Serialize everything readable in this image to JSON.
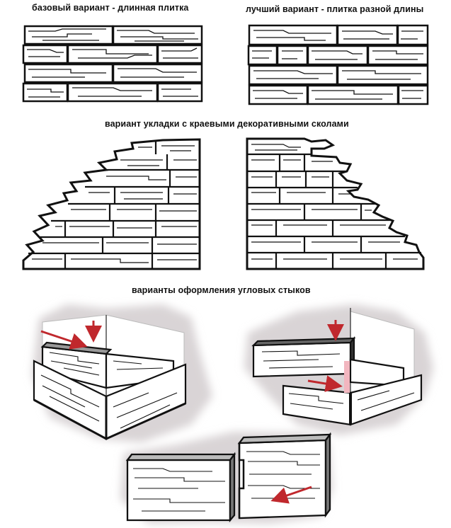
{
  "captions": {
    "basic": "базовый вариант - длинная плитка",
    "best": "лучший вариант - плитка разной длины",
    "edge": "вариант укладки с краевыми декоративными сколами",
    "corner": "варианты оформления угловых стыков"
  },
  "colors": {
    "stroke": "#111111",
    "arrow": "#c0282d",
    "shadow": "#d9d4d6",
    "face": "#ffffff"
  }
}
